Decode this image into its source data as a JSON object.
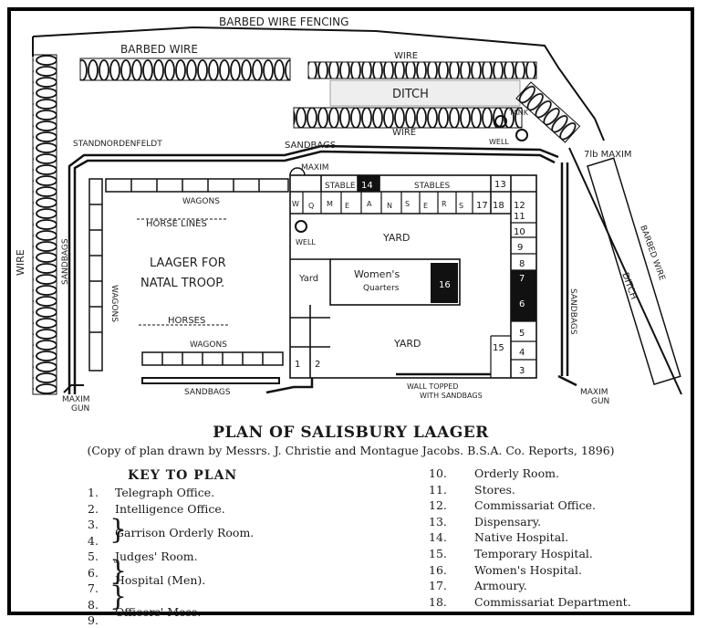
{
  "plan": {
    "labels": {
      "barbed_wire_fencing": "BARBED WIRE FENCING",
      "barbed_wire": "BARBED WIRE",
      "wire_top_right": "WIRE",
      "ditch_top": "DITCH",
      "wire_under_ditch": "WIRE",
      "tank": "TANK",
      "well_top": "WELL",
      "stand": "STAND",
      "nordenfeldt": "NORDENFELDT",
      "sandbags_top": "SANDBAGS",
      "maxim_7lb": "7lb MAXIM",
      "maxim_top": "MAXIM",
      "stable": "STABLE",
      "stables": "STABLES",
      "wire_left": "WIRE",
      "sandbags_left": "SANDBAGS",
      "wagons_top": "WAGONS",
      "wagons_left": "WAGONS",
      "horse_lines": "HORSE LINES",
      "laager_line1": "LAAGER FOR",
      "laager_line2": "NATAL TROOP.",
      "horses": "HORSES",
      "wagons_bottom": "WAGONS",
      "sandbags_bottom": "SANDBAGS",
      "maxim_gun_left_1": "MAXIM",
      "maxim_gun_left_2": "GUN",
      "maxim_gun_right_1": "MAXIM",
      "maxim_gun_right_2": "GUN",
      "well_mid": "WELL",
      "yard_top": "YARD",
      "yard_left": "Yard",
      "womens_1": "Women's",
      "womens_2": "Quarters",
      "yard_bottom": "YARD",
      "wall_1": "WALL TOPPED",
      "wall_2": "WITH SANDBAGS",
      "sandbags_right": "SANDBAGS",
      "ditch_right": "DITCH",
      "barbed_wire_right": "BARBED WIRE",
      "store_letters": [
        "W",
        "Q",
        "M",
        "E",
        "A",
        "N",
        "S",
        "E",
        "R",
        "S"
      ],
      "room_numbers": [
        "1",
        "2",
        "3",
        "4",
        "5",
        "6",
        "7",
        "8",
        "9",
        "10",
        "11",
        "12",
        "13",
        "14",
        "15",
        "16",
        "17",
        "18"
      ]
    }
  },
  "caption": {
    "title": "PLAN OF SALISBURY LAAGER",
    "subtitle": "(Copy of plan drawn by Messrs. J. Christie and Montague Jacobs.  B.S.A. Co. Reports, 1896)"
  },
  "key": {
    "heading": "KEY TO PLAN",
    "left": [
      {
        "num": "1.",
        "label": "Telegraph Office."
      },
      {
        "num": "2.",
        "label": "Intelligence Office."
      },
      {
        "num": "3.",
        "label": ""
      },
      {
        "num": "4.",
        "label": "Garrison Orderly Room."
      },
      {
        "num": "5.",
        "label": "Judges' Room."
      },
      {
        "num": "6.",
        "label": ""
      },
      {
        "num": "7.",
        "label": "Hospital (Men)."
      },
      {
        "num": "8.",
        "label": ""
      },
      {
        "num": "9.",
        "label": "Officers' Mess."
      }
    ],
    "right": [
      {
        "num": "10.",
        "label": "Orderly Room."
      },
      {
        "num": "11.",
        "label": "Stores."
      },
      {
        "num": "12.",
        "label": "Commissariat Office."
      },
      {
        "num": "13.",
        "label": "Dispensary."
      },
      {
        "num": "14.",
        "label": "Native Hospital."
      },
      {
        "num": "15.",
        "label": "Temporary Hospital."
      },
      {
        "num": "16.",
        "label": "Women's Hospital."
      },
      {
        "num": "17.",
        "label": "Armoury."
      },
      {
        "num": "18.",
        "label": "Commissariat Department."
      }
    ]
  }
}
